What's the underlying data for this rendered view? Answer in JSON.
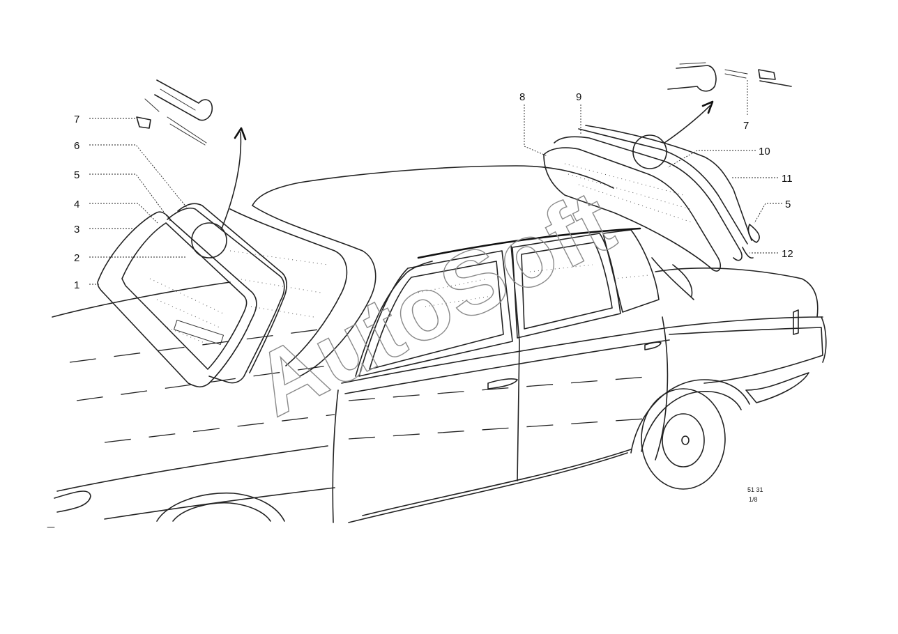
{
  "callouts": [
    {
      "id": "c7l",
      "label": "7"
    },
    {
      "id": "c6",
      "label": "6"
    },
    {
      "id": "c5l",
      "label": "5"
    },
    {
      "id": "c4",
      "label": "4"
    },
    {
      "id": "c3",
      "label": "3"
    },
    {
      "id": "c2",
      "label": "2"
    },
    {
      "id": "c1",
      "label": "1"
    },
    {
      "id": "c8",
      "label": "8"
    },
    {
      "id": "c9",
      "label": "9"
    },
    {
      "id": "c7r",
      "label": "7"
    },
    {
      "id": "c10",
      "label": "10"
    },
    {
      "id": "c11",
      "label": "11"
    },
    {
      "id": "c5r",
      "label": "5"
    },
    {
      "id": "c12",
      "label": "12"
    }
  ],
  "diagram_code": "51 31",
  "diagram_sheet": "1/8",
  "watermark": "AutoSoft"
}
